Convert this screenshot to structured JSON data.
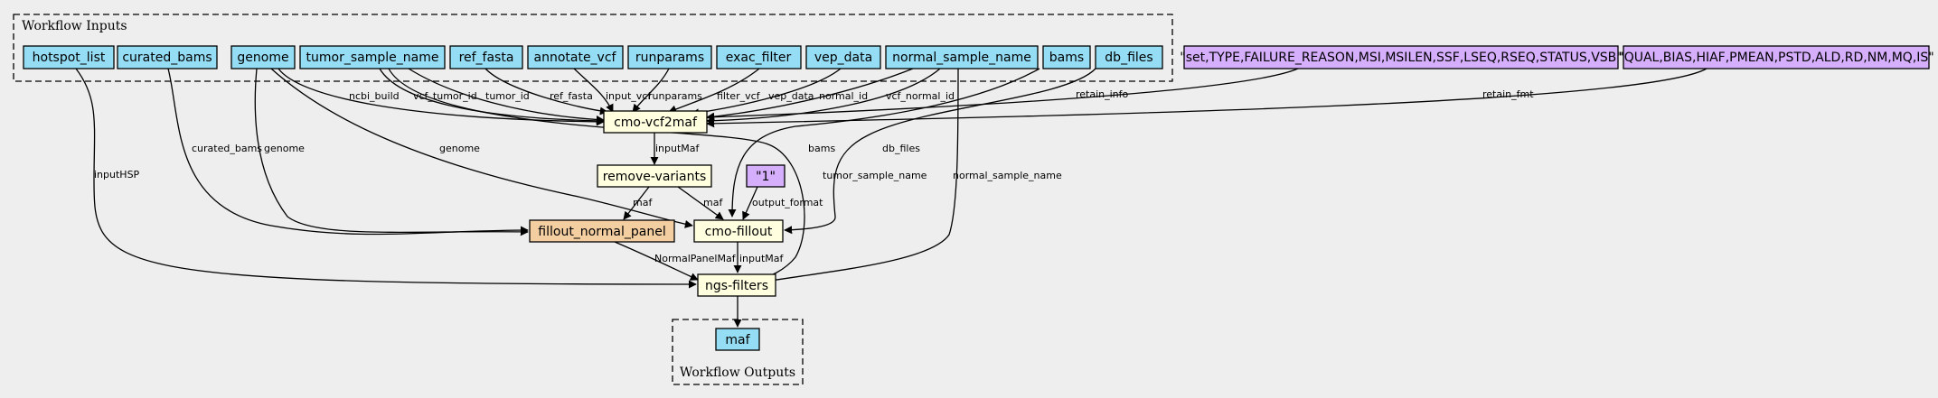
{
  "clusters": {
    "inputs": "Workflow Inputs",
    "outputs": "Workflow Outputs"
  },
  "colors": {
    "background": "#eeeeee",
    "input": "#94ddf4",
    "step": "#ffffe0",
    "subworkflow": "#f3cea1",
    "constant": "#d5aefc",
    "output": "#94ddf4"
  },
  "nodes": {
    "hotspot_list": "hotspot_list",
    "curated_bams": "curated_bams",
    "genome": "genome",
    "tumor_sample_name": "tumor_sample_name",
    "ref_fasta": "ref_fasta",
    "annotate_vcf": "annotate_vcf",
    "runparams": "runparams",
    "exac_filter": "exac_filter",
    "vep_data": "vep_data",
    "normal_sample_name": "normal_sample_name",
    "bams": "bams",
    "db_files": "db_files",
    "retain_info_const": "\"set,TYPE,FAILURE_REASON,MSI,MSILEN,SSF,LSEQ,RSEQ,STATUS,VSB\"",
    "retain_fmt_const": "\"QUAL,BIAS,HIAF,PMEAN,PSTD,ALD,RD,NM,MQ,IS\"",
    "cmo_vcf2maf": "cmo-vcf2maf",
    "remove_variants": "remove-variants",
    "one_const": "\"1\"",
    "fillout_normal_panel": "fillout_normal_panel",
    "cmo_fillout": "cmo-fillout",
    "ngs_filters": "ngs-filters",
    "maf": "maf"
  },
  "edges": {
    "genome_vcf2maf": "ncbi_build",
    "tumor_vcf2maf_a": "vcf_tumor_id",
    "tumor_vcf2maf_b": "tumor_id",
    "ref_vcf2maf": "ref_fasta",
    "annot_vcf2maf": "input_vcf",
    "runparams_vcf2maf": "runparams",
    "exac_vcf2maf": "filter_vcf",
    "vep_vcf2maf": "vep_data",
    "normal_vcf2maf_a": "normal_id",
    "normal_vcf2maf_b": "vcf_normal_id",
    "retain_info_vcf2maf": "retain_info",
    "retain_fmt_vcf2maf": "retain_fmt",
    "vcf2maf_remove": "inputMaf",
    "hotspot_ngs": "inputHSP",
    "curated_fnp": "curated_bams",
    "genome_fnp": "genome",
    "genome_fillout": "genome",
    "remove_fnp": "maf",
    "remove_fillout": "maf",
    "bams_fillout": "bams",
    "dbfiles_fillout": "db_files",
    "one_fillout": "output_format",
    "tumor_ngs": "tumor_sample_name",
    "normal_ngs": "normal_sample_name",
    "fnp_ngs": "NormalPanelMaf",
    "fillout_ngs": "inputMaf",
    "ngs_maf": ""
  }
}
